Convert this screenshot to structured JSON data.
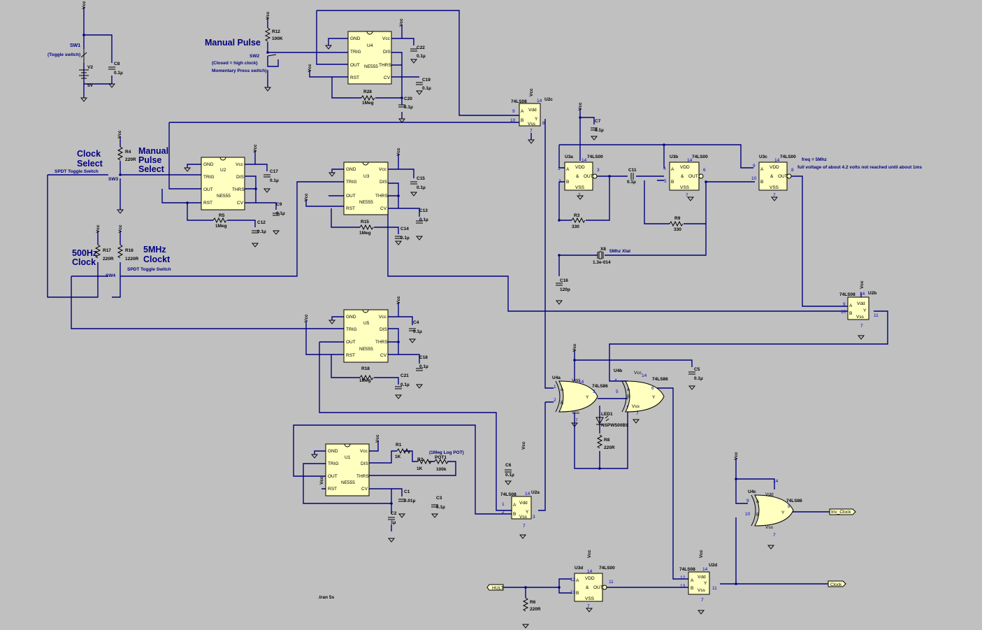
{
  "labels": {
    "manual_pulse": "Manual Pulse",
    "clock_select_1": "Clock",
    "clock_select_2": "Select",
    "manual_pulse_select_1": "Manual",
    "manual_pulse_select_2": "Pulse",
    "manual_pulse_select_3": "Select",
    "clock500_1": "500Hz",
    "clock500_2": "Clock",
    "clock5m_1": "5MHz",
    "clock5m_2": "Clockt",
    "sw1": "SW1",
    "sw1_desc": "(Toggle switch)",
    "sw2": "SW2",
    "sw2_desc1": "(Closed = high clock)",
    "sw2_desc2": "Momentary Press switch)",
    "sw3": "SW3",
    "sw3_desc": "SPDT Toggle Switch",
    "sw4": "SW4",
    "sw4_desc": "SPDT Toggle Switch",
    "v2": "V2",
    "v2_val": "5V",
    "tran": ".tran 5s",
    "freq": "freq = 5Mhz",
    "freq_note": "full voltage of about 4.2 volts not reached until about 1ms",
    "xtal": "5Mhz Xtal",
    "x8": "X8",
    "x8_val": "1.3e-014",
    "pot_note": "(1Meg Log POT)",
    "inv_clock": "Inv_Clock",
    "clock": "Clock",
    "hult": "HULT",
    "led1": "LED1",
    "led1_val": "NSPW500BS",
    "vcc": "Vcc"
  },
  "ne555": {
    "name": "NE555",
    "gnd": "GND",
    "vcc": "Vcc",
    "trig": "TRIG",
    "dis": "DIS",
    "out": "OUT",
    "thrs": "THRS",
    "rst": "RST",
    "cv": "CV",
    "u1": "U1",
    "u2": "U2",
    "u3": "U3",
    "u4": "U4",
    "u5": "U5"
  },
  "components": {
    "r1": "R1",
    "r1v": "1K",
    "r2": "R2",
    "r2v": "1K",
    "pot1": "POT1",
    "pot1v": "100k",
    "r3": "R3",
    "r3v": "330",
    "r9": "R9",
    "r9v": "330",
    "r4": "R4",
    "r4v": "220R",
    "r5": "R5",
    "r5v": "1Meg",
    "r6": "R6",
    "r6v": "220R",
    "r8": "R8",
    "r8v": "220R",
    "r12": "R12",
    "r12v": "100K",
    "r15": "R15",
    "r15v": "1Meg",
    "r16": "R16",
    "r16v": "1220R",
    "r17": "R17",
    "r17v": "220R",
    "r18": "R18",
    "r18v": "1Meg",
    "r28": "R28",
    "r28v": "1Meg",
    "c1": "C1",
    "c1v": "0.01µ",
    "c2": "C2",
    "c2v": "1µ",
    "c3": "C3",
    "c3v": "0.1µ",
    "c4": "C4",
    "c4v": "0.1µ",
    "c5": "C5",
    "c5v": "0.1µ",
    "c6": "C6",
    "c6v": "0.1µ",
    "c7": "C7",
    "c7v": "0.1µ",
    "c8": "C8",
    "c8v": "0.1µ",
    "c9": "C9",
    "c9v": "0.1µ",
    "c11": "C11",
    "c11v": "0.1µ",
    "c12": "C12",
    "c12v": "0.1µ",
    "c13": "C13",
    "c13v": "0.1µ",
    "c14": "C14",
    "c14v": "0.1µ",
    "c15": "C15",
    "c15v": "0.1µ",
    "c16": "C16",
    "c16v": "120p",
    "c17": "C17",
    "c17v": "0.1µ",
    "c18": "C18",
    "c18v": "0.1µ",
    "c19": "C19",
    "c19v": "0.1µ",
    "c20": "C20",
    "c20v": "0.1µ",
    "c21": "C21",
    "c21v": "0.1µ",
    "c22": "C22",
    "c22v": "0.1µ"
  },
  "gates": {
    "ls08": "74LS08",
    "ls00": "74LS00",
    "ls86": "74LS86",
    "vdd": "Vdd",
    "vss": "Vss",
    "VDD": "VDD",
    "VSS": "VSS",
    "out": "OUT",
    "amp": "&",
    "a": "A",
    "b": "B",
    "y": "Y",
    "u2a": "U2a",
    "u2b": "U2b",
    "u2c": "U2c",
    "u2d": "U2d",
    "u3a": "U3a",
    "u3b": "U3b",
    "u3c": "U3c",
    "u3d": "U3d",
    "u4a": "U4a",
    "u4b": "U4b",
    "u4c": "U4c"
  },
  "pins": {
    "p1": "1",
    "p2": "2",
    "p3": "3",
    "p4": "4",
    "p5": "5",
    "p6": "6",
    "p7": "7",
    "p8": "8",
    "p9": "9",
    "p10": "10",
    "p11": "11",
    "p12": "12",
    "p13": "13",
    "p14": "14"
  }
}
